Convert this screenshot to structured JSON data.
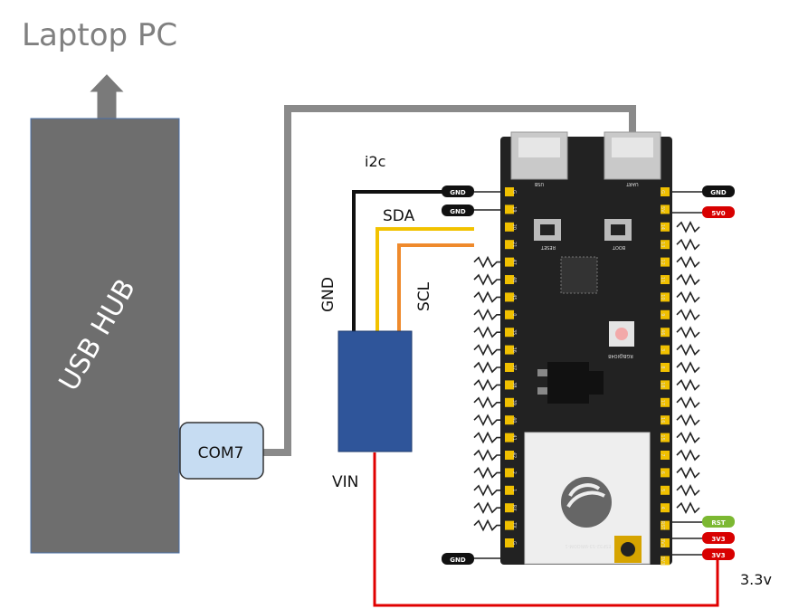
{
  "title": "Laptop PC",
  "hub": {
    "label": "USB HUB",
    "port": "COM7"
  },
  "wires": {
    "bus": "i2c",
    "gnd": "GND",
    "sda": "SDA",
    "scl": "SCL",
    "vin": "VIN",
    "voltage": "3.3v"
  },
  "board": {
    "usb_port": "USB",
    "uart_port": "UART",
    "reset": "RESET",
    "boot": "BOOT",
    "led": "RGB@IO48",
    "module": "ESP32-S3-WROOM-1",
    "left_pins": [
      "G",
      "19",
      "20",
      "21",
      "47",
      "48",
      "45",
      "0",
      "35",
      "36",
      "37",
      "38",
      "39",
      "40",
      "41",
      "42",
      "2",
      "1",
      "RX",
      "TX",
      "G"
    ],
    "right_pins": [
      "G",
      "5V",
      "14",
      "13",
      "12",
      "11",
      "10",
      "9",
      "46",
      "3",
      "8",
      "18",
      "17",
      "16",
      "15",
      "7",
      "6",
      "5",
      "4",
      "RST",
      "3V3",
      "3V3"
    ],
    "tags": {
      "gnd": "GND",
      "v5": "5V0",
      "rst": "RST",
      "v33": "3V3"
    }
  },
  "colors": {
    "hub": "#6e6e6e",
    "gnd_wire": "#111111",
    "sda_wire": "#f2c200",
    "scl_wire": "#ef8a2c",
    "vin_wire": "#e00000",
    "usb_cable": "#8a8a8a",
    "sensor": "#2f559a",
    "com_box": "#c6dcf2"
  }
}
